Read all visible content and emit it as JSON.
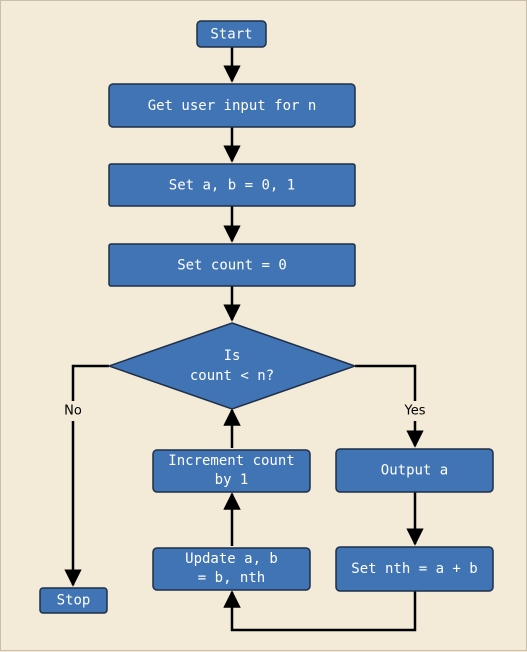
{
  "diagram": {
    "colors": {
      "background": "#f3ead8",
      "node_fill": "#4174b4",
      "node_stroke": "#1f2f47",
      "node_text": "#ffffff",
      "edge": "#000000"
    },
    "nodes": {
      "start": {
        "label": "Start"
      },
      "get_input": {
        "label": "Get user input for n"
      },
      "set_ab": {
        "label": "Set a, b = 0, 1"
      },
      "set_count": {
        "label": "Set count = 0"
      },
      "decision": {
        "line1": "Is",
        "line2": "count < n?"
      },
      "output_a": {
        "label": "Output a"
      },
      "set_nth": {
        "label": "Set nth = a + b"
      },
      "update_ab": {
        "line1": "Update a, b",
        "line2": "= b, nth"
      },
      "increment": {
        "line1": "Increment count",
        "line2": "by 1"
      },
      "stop": {
        "label": "Stop"
      }
    },
    "edge_labels": {
      "no": "No",
      "yes": "Yes"
    }
  }
}
